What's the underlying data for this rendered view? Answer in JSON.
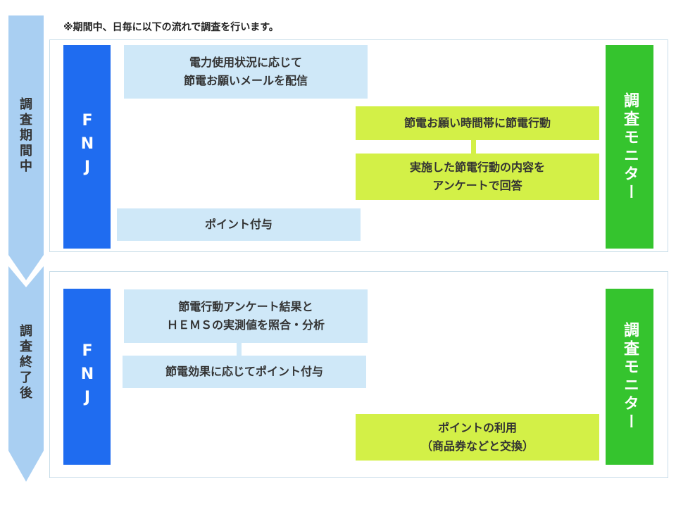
{
  "note": "※期間中、日毎に以下の流れで調査を行います。",
  "phases": [
    {
      "label": "調査期間中",
      "left_column": "FNJ",
      "right_column": "調査モニター",
      "boxes": {
        "delivery": "電力使用状況に応じて\n節電お願いメールを配信",
        "action": "節電お願い時間帯に節電行動",
        "survey": "実施した節電行動の内容を\nアンケートで回答",
        "points": "ポイント付与"
      }
    },
    {
      "label": "調査終了後",
      "left_column": "FNJ",
      "right_column": "調査モニター",
      "boxes": {
        "analysis": "節電行動アンケート結果と\nＨＥＭＳの実測値を照合・分析",
        "award": "節電効果に応じてポイント付与",
        "usage": "ポイントの利用\n（商品券などと交換）"
      }
    }
  ],
  "colors": {
    "fnj_blue": "#1f6cf0",
    "monitor_green": "#35c42e",
    "light_blue": "#cfe8f8",
    "lime": "#d3f047",
    "phase_arrow": "#a9cff2",
    "arrow_blue": "#bfdde8",
    "arrow_lime": "#d3f047"
  }
}
